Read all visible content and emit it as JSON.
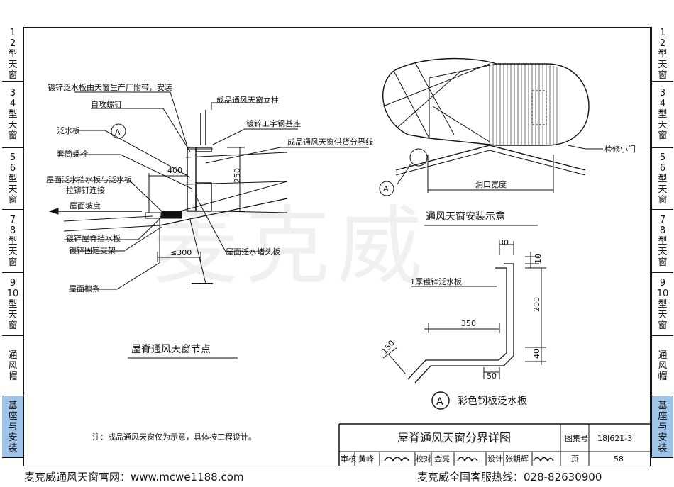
{
  "sidebar": {
    "items": [
      {
        "lines": [
          "1",
          "2",
          "型",
          "天",
          "窗"
        ],
        "highlight": false
      },
      {
        "lines": [
          "3",
          "4",
          "型",
          "天",
          "窗"
        ],
        "highlight": false
      },
      {
        "lines": [
          "5",
          "6",
          "型",
          "天",
          "窗"
        ],
        "highlight": false
      },
      {
        "lines": [
          "7",
          "8",
          "型",
          "天",
          "窗"
        ],
        "highlight": false
      },
      {
        "lines": [
          "9",
          "10",
          "型",
          "天",
          "窗"
        ],
        "highlight": false
      },
      {
        "lines": [
          "通",
          "风",
          "帽"
        ],
        "highlight": false
      },
      {
        "lines": [
          "基",
          "座",
          "与",
          "安",
          "装"
        ],
        "highlight": true
      }
    ]
  },
  "node_detail": {
    "title": "屋脊通风天窗节点",
    "callout_letter": "A",
    "labels": {
      "flashing_supplied": "镀锌泛水板由天窗生产厂附带，安装",
      "column": "成品通风天窗立柱",
      "screw": "自攻螺钉",
      "base": "镀锌工字钢基座",
      "flashing": "泛水板",
      "boundary": "成品通风天窗供货分界线",
      "sleeve_bolt": "套筒螺栓",
      "roof_flash": "屋面泛水挡水板与泛水板",
      "rivet": "拉铆钉连接",
      "slope": "屋面坡度",
      "ridge_board": "镀锌屋脊挡水板",
      "bracket": "镀锌固定支架",
      "purlin": "屋面檩条",
      "end_plug": "屋面泛水堵头板"
    },
    "dims": {
      "width": "400",
      "height": "250",
      "max": "≤300"
    }
  },
  "install": {
    "title": "通风天窗安装示意",
    "callout_letter": "A",
    "door_label": "检修小门",
    "opening_label": "洞口宽度"
  },
  "flashing_detail": {
    "callout_letter": "A",
    "title": "彩色钢板泛水板",
    "label": "1厚镀锌泛水板",
    "dims": {
      "top": "30",
      "top_right": "10",
      "height": "200",
      "length": "350",
      "slant": "150",
      "bottom": "40",
      "foot": "50"
    }
  },
  "note": "注：成品通风天窗仅为示意，具体按工程设计。",
  "title_block": {
    "title": "屋脊通风天窗分界详图",
    "atlas_label": "图集号",
    "atlas_no": "18J621-3",
    "review_label": "审核",
    "reviewer": "黄峰",
    "check_label": "校对",
    "checker": "金亮",
    "design_label": "设计",
    "designer": "张朝辉",
    "page_label": "页",
    "page_no": "58"
  },
  "footer": {
    "left": "麦克威通风天窗官网：www.mcwe1188.com",
    "right": "麦克威全国客服热线：028-82630900"
  },
  "watermark": "麦克威"
}
